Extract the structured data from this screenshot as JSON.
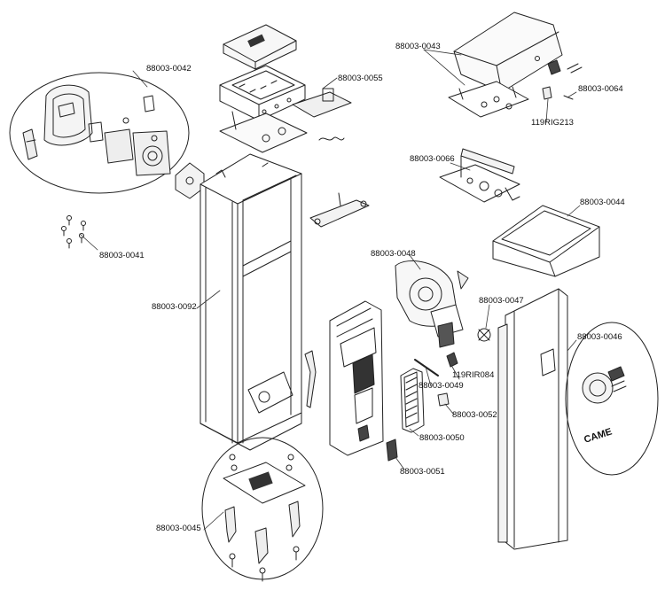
{
  "diagram": {
    "parts": [
      {
        "id": "p0042",
        "code": "88003-0042",
        "depicts": "lever-ring-clamp-assembly"
      },
      {
        "id": "p0041",
        "code": "88003-0041",
        "depicts": "screw-set"
      },
      {
        "id": "p0055",
        "code": "88003-0055",
        "depicts": "control-box-with-board"
      },
      {
        "id": "p0092",
        "code": "88003-0092",
        "depicts": "cabinet-frame"
      },
      {
        "id": "p0043",
        "code": "88003-0043",
        "depicts": "top-cover"
      },
      {
        "id": "p0064",
        "code": "88003-0064",
        "depicts": "screw"
      },
      {
        "id": "prig213",
        "code": "119RIG213",
        "depicts": "key-lock"
      },
      {
        "id": "p0066",
        "code": "88003-0066",
        "depicts": "motor-mount-plate"
      },
      {
        "id": "p0044",
        "code": "88003-0044",
        "depicts": "cover-frame"
      },
      {
        "id": "p0048",
        "code": "88003-0048",
        "depicts": "gearmotor"
      },
      {
        "id": "p0047",
        "code": "88003-0047",
        "depicts": "release-knob"
      },
      {
        "id": "p0046",
        "code": "88003-0046",
        "depicts": "front-door-panel"
      },
      {
        "id": "prir084",
        "code": "119RIR084",
        "depicts": "limit-switch"
      },
      {
        "id": "p0049",
        "code": "88003-0049",
        "depicts": "spring-rod"
      },
      {
        "id": "p0052",
        "code": "88003-0052",
        "depicts": "small-block"
      },
      {
        "id": "p0050",
        "code": "88003-0050",
        "depicts": "battery-card"
      },
      {
        "id": "p0051",
        "code": "88003-0051",
        "depicts": "fuse-holder"
      },
      {
        "id": "p0045",
        "code": "88003-0045",
        "depicts": "anchor-plate-kit"
      }
    ],
    "door_logo": "CAME"
  }
}
